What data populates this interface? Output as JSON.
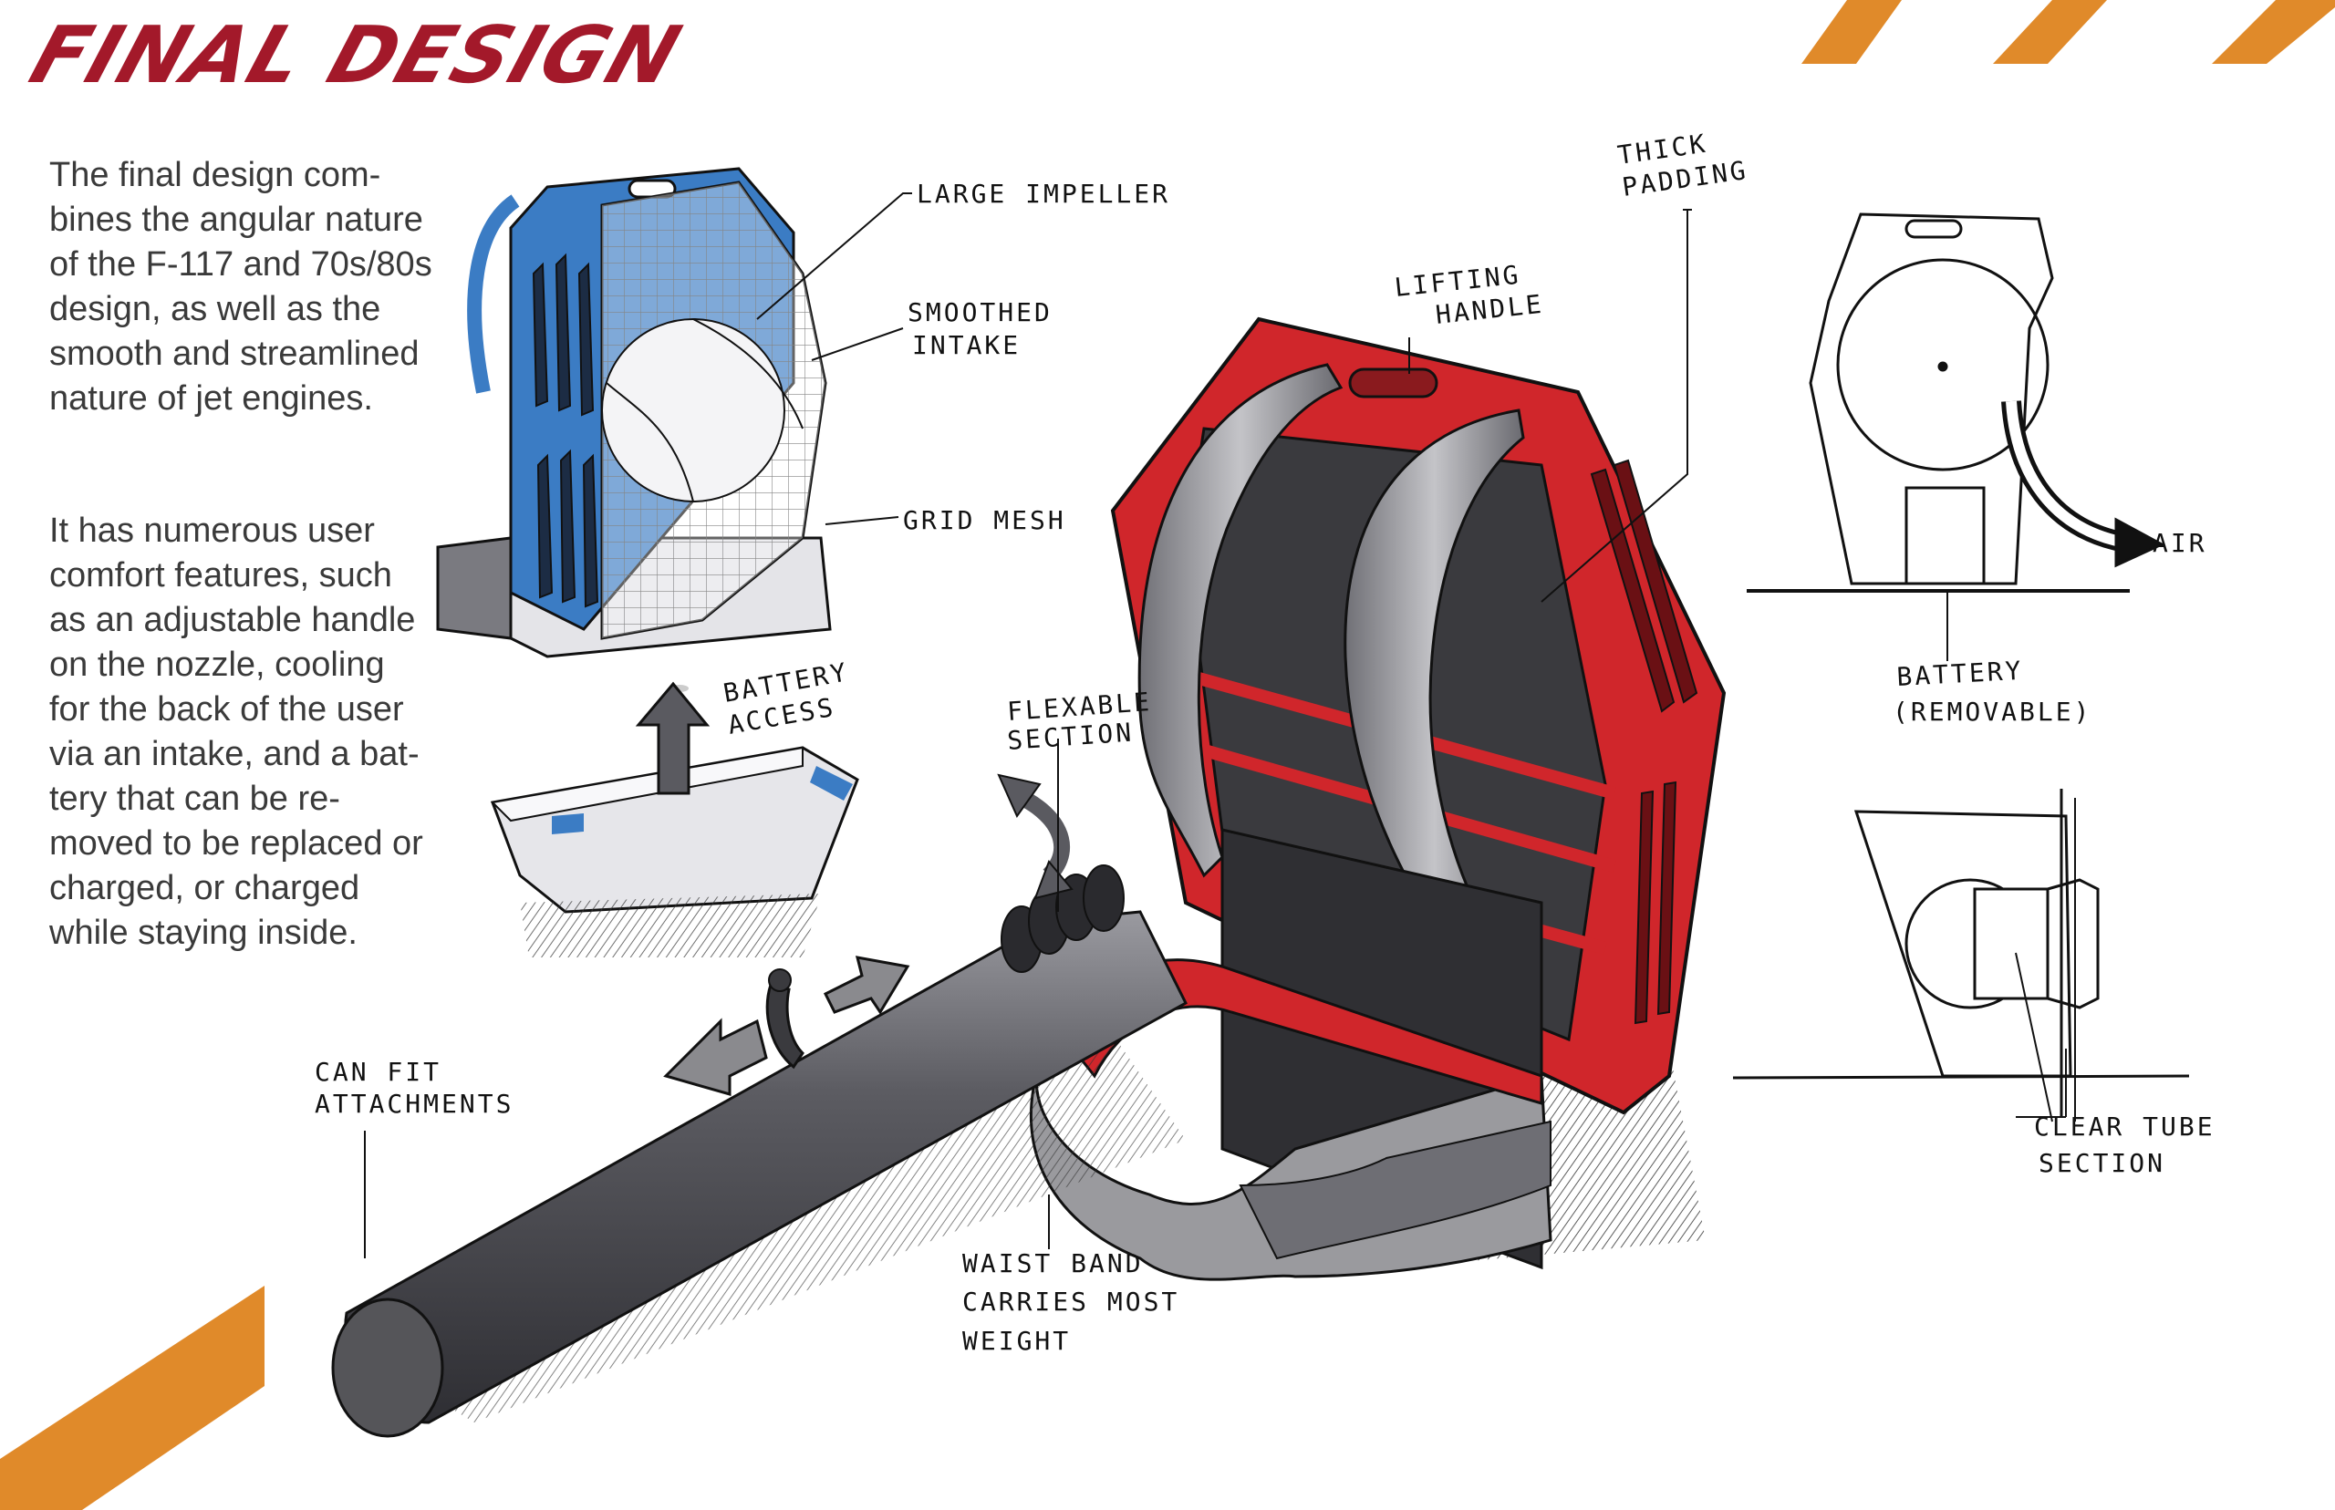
{
  "title": "FINAL DESIGN",
  "paragraphs": [
    "The final design com-bines the angular nature of the F-117 and 70s/80s design, as well as the smooth and streamlined nature of jet engines.",
    "It has numerous user comfort features, such as an adjustable handle on the nozzle, cooling for the back of the user via an intake, and a bat-tery that can be re-moved to be replaced or charged, or charged while staying inside."
  ],
  "labels": {
    "large_impeller": "LARGE IMPELLER",
    "smoothed_intake_1": "SMOOTHED",
    "smoothed_intake_2": "INTAKE",
    "grid_mesh": "GRID MESH",
    "battery_access_1": "BATTERY",
    "battery_access_2": "ACCESS",
    "flexable_section_1": "FLEXABLE",
    "flexable_section_2": "SECTION",
    "lifting_handle_1": "LIFTING",
    "lifting_handle_2": "HANDLE",
    "thick_padding_1": "THICK",
    "thick_padding_2": "PADDING",
    "air": "AIR",
    "battery_removable_1": "BATTERY",
    "battery_removable_2": "(REMOVABLE)",
    "can_fit_1": "CAN FIT",
    "can_fit_2": "ATTACHMENTS",
    "waist_band_1": "WAIST BAND",
    "waist_band_2": "CARRIES MOST",
    "waist_band_3": "WEIGHT",
    "clear_tube_1": "CLEAR TUBE",
    "clear_tube_2": "SECTION"
  },
  "colors": {
    "title": "#a3192a",
    "accent_orange": "#e08a2a",
    "blue": "#3b7cc4",
    "red": "#d0262b",
    "dark_grey": "#4a4a4e",
    "mid_grey": "#8a8a8e",
    "light_grey": "#c9c9cc"
  }
}
